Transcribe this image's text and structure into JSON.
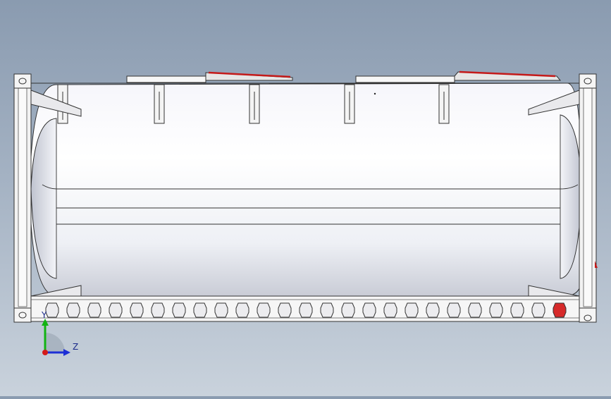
{
  "view": {
    "background_top": "#8a9bb0",
    "background_bottom": "#c9d2dc",
    "model": "tank-container",
    "view_orientation": "side"
  },
  "triad": {
    "y_label": "Y",
    "z_label": "Z",
    "y_color": "#12b312",
    "z_color": "#1d2fd6",
    "x_color": "#d41a1a"
  }
}
